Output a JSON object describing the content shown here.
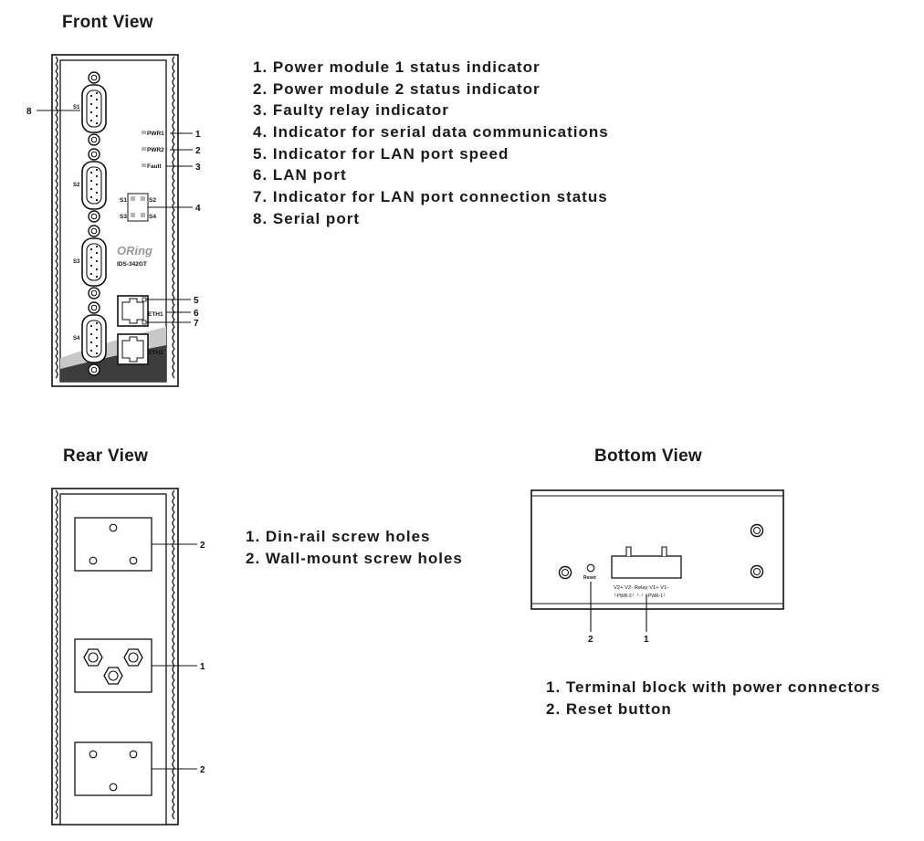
{
  "front_view": {
    "title": "Front View",
    "legend": [
      "1. Power module 1 status indicator",
      "2. Power module 2 status indicator",
      "3. Faulty relay indicator",
      "4. Indicator for serial data communications",
      "5. Indicator for LAN port speed",
      "6. LAN port",
      "7. Indicator for LAN port connection status",
      "8. Serial port"
    ],
    "port_labels": {
      "s1": "S1",
      "s2": "S2",
      "s3": "S3",
      "s4": "S4"
    },
    "led_labels": {
      "pwr1": "PWR1",
      "pwr2": "PWR2",
      "fault": "Fault"
    },
    "serial_led_labels": {
      "s1": "S1",
      "s2": "S2",
      "s3": "S3",
      "s4": "S4"
    },
    "brand": "ORing",
    "model": "IDS-342GT",
    "eth_labels": {
      "eth1": "ETH1",
      "eth2": "ETH2"
    },
    "callouts": {
      "c1": "1",
      "c2": "2",
      "c3": "3",
      "c4": "4",
      "c5": "5",
      "c6": "6",
      "c7": "7",
      "c8": "8"
    }
  },
  "rear_view": {
    "title": "Rear View",
    "legend": [
      "1. Din-rail screw holes",
      "2. Wall-mount screw holes"
    ],
    "callouts": {
      "top": "2",
      "middle": "1",
      "bottom": "2"
    }
  },
  "bottom_view": {
    "title": "Bottom View",
    "legend": [
      "1. Terminal block with power connectors",
      "2. Reset button"
    ],
    "reset_label": "Reset",
    "terminal_top": "V2+ V2-   Relay   V1+ V1-",
    "terminal_bottom": "└PWR-2┘  └  ┘  └PWR-1┘",
    "callouts": {
      "reset": "2",
      "terminal": "1"
    }
  },
  "colors": {
    "ink": "#1a1a1a",
    "panel_dark": "#3d3d3d",
    "panel_light": "#c8c8c8",
    "led": "#b5b5b5"
  }
}
